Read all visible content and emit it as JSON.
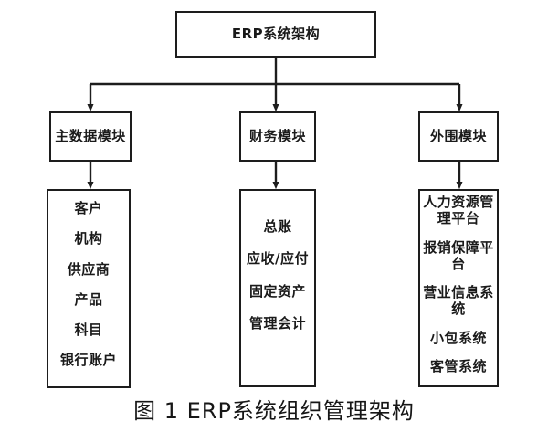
{
  "figure": {
    "caption": "图 1 ERP系统组织管理架构",
    "root": {
      "label": "ERP系统架构"
    },
    "branches": [
      {
        "module_label": "主数据模块",
        "items": [
          "客户",
          "机构",
          "供应商",
          "产品",
          "科目",
          "银行账户"
        ]
      },
      {
        "module_label": "财务模块",
        "items": [
          "总账",
          "应收/应付",
          "固定资产",
          "管理会计"
        ]
      },
      {
        "module_label": "外围模块",
        "items": [
          "人力资源管理平台",
          "报销保障平台",
          "营业信息系统",
          "小包系统",
          "客管系统"
        ]
      }
    ]
  },
  "style": {
    "line_color": "#1d1d1d",
    "box_fill": "#ffffff",
    "text_color": "#1a1a1a",
    "page_background": "#ffffff"
  }
}
